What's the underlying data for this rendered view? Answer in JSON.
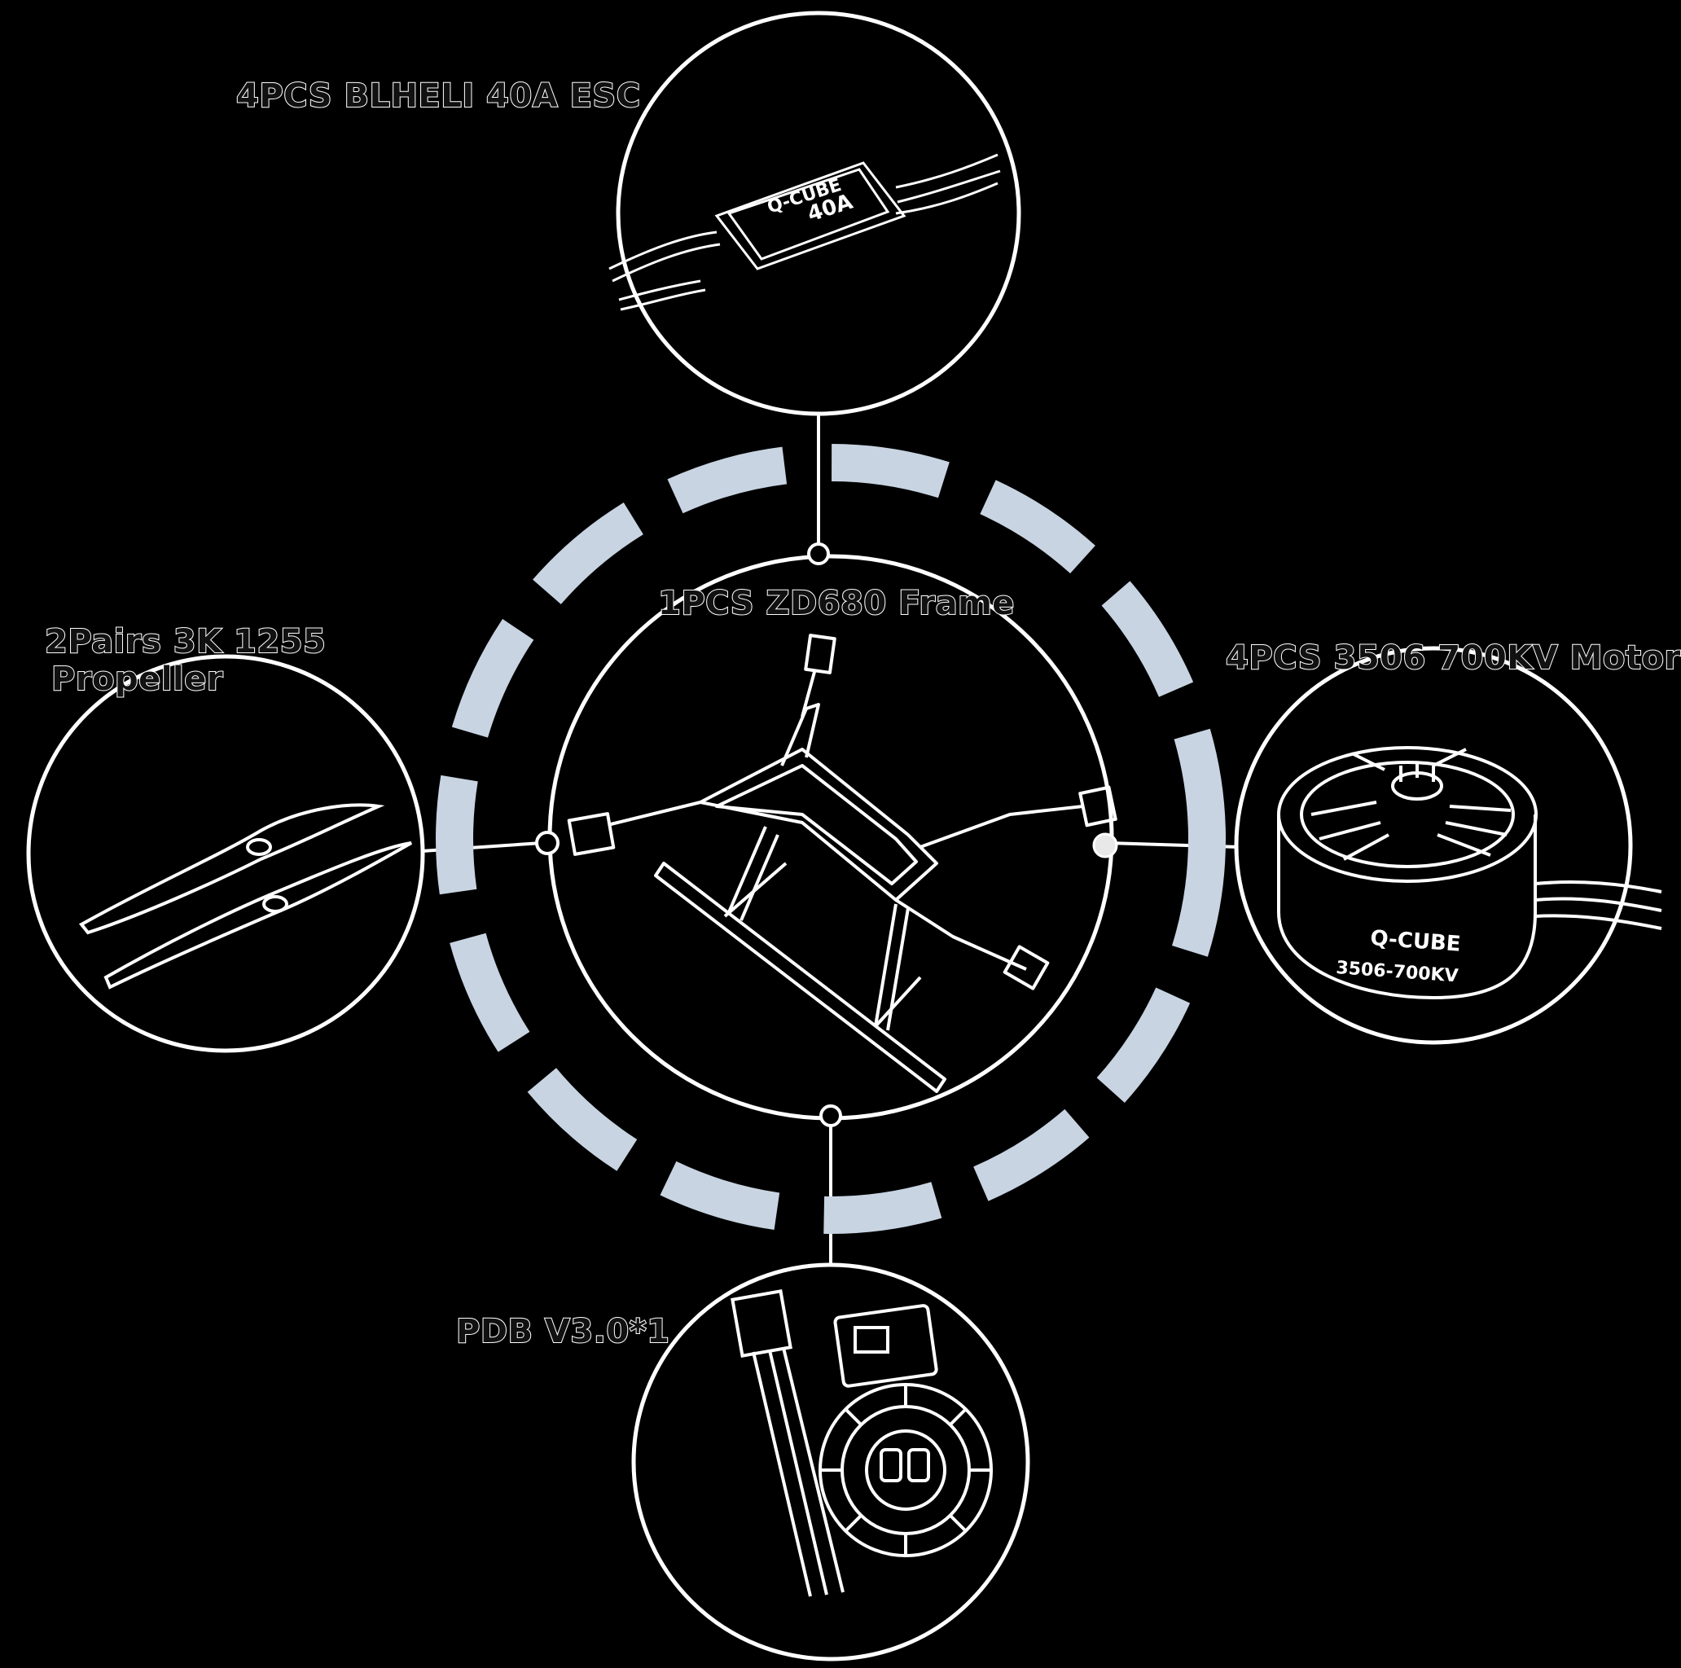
{
  "components": {
    "esc": {
      "label": "4PCS BLHELI 40A ESC",
      "device_text_1": "Q-CUBE",
      "device_text_2": "40A"
    },
    "frame": {
      "label": "1PCS ZD680 Frame"
    },
    "motor": {
      "label": "4PCS 3506 700KV Motor",
      "device_text_1": "Q-CUBE",
      "device_text_2": "3506-700KV"
    },
    "propeller": {
      "label_line1": "2Pairs 3K 1255",
      "label_line2": "Propeller"
    },
    "pdb": {
      "label": "PDB V3.0*1"
    }
  },
  "colors": {
    "background": "#000000",
    "outline": "#ffffff",
    "ring_segments": "#c8d4e2"
  },
  "icons": [
    "esc-icon",
    "drone-frame-icon",
    "motor-icon",
    "propeller-icon",
    "pdb-icon"
  ]
}
